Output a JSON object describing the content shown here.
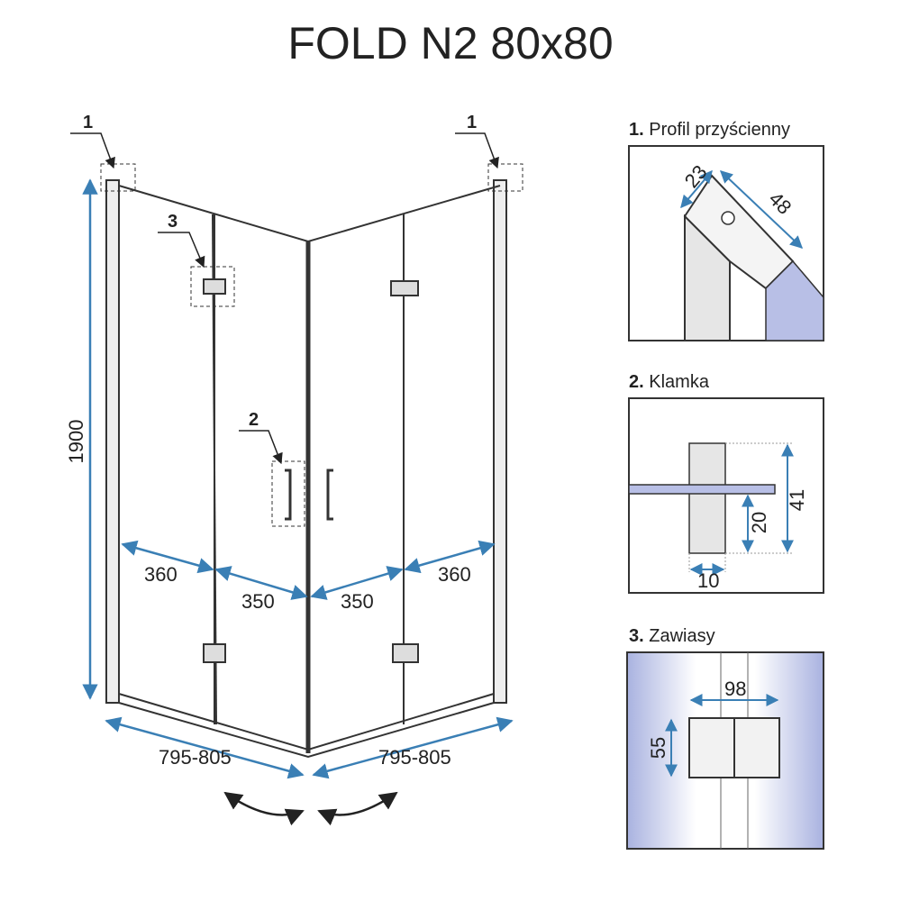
{
  "title": "FOLD N2 80x80",
  "callouts": {
    "profile": "1",
    "handle": "2",
    "hinge": "3"
  },
  "dimensions": {
    "height": "1900",
    "left_outer_panel": "360",
    "left_inner_panel": "350",
    "right_inner_panel": "350",
    "right_outer_panel": "360",
    "left_width": "795-805",
    "right_width": "795-805"
  },
  "details": [
    {
      "num": "1.",
      "title": "Profil przyścienny",
      "dims": [
        "23",
        "48"
      ]
    },
    {
      "num": "2.",
      "title": "Klamka",
      "dims": [
        "41",
        "20",
        "10"
      ]
    },
    {
      "num": "3.",
      "title": "Zawiasy",
      "dims": [
        "98",
        "55"
      ]
    }
  ],
  "colors": {
    "dimension": "#3a7fb5",
    "glass": "#b8bfe6",
    "frame": "#333333"
  }
}
